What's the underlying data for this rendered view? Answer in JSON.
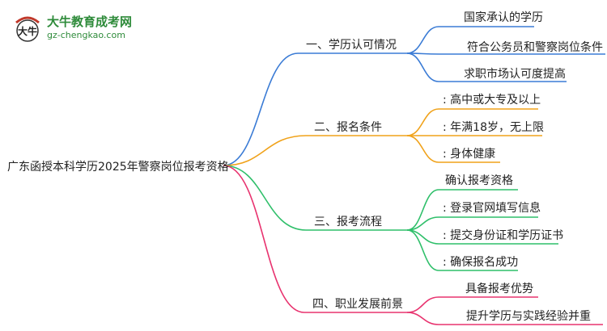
{
  "logo": {
    "glyph": "大牛",
    "title": "大牛教育成考网",
    "url": "gz-chengkao.com",
    "color": "#2e8b3a"
  },
  "root": {
    "label": "广东函授本科学历2025年警察岗位报考资格"
  },
  "branches": [
    {
      "label": "一、学历认可情况",
      "color": "#3a7bd5",
      "leaves": [
        "国家承认的学历",
        "符合公务员和警察岗位条件",
        "求职市场认可度提高"
      ]
    },
    {
      "label": "二、报名条件",
      "color": "#f0a21a",
      "leaves": [
        ": 高中或大专及以上",
        ": 年满18岁，无上限",
        ": 身体健康"
      ]
    },
    {
      "label": "三、报考流程",
      "color": "#2fbf6a",
      "leaves": [
        "确认报考资格",
        ": 登录官网填写信息",
        ": 提交身份证和学历证书",
        ": 确保报名成功"
      ]
    },
    {
      "label": "四、职业发展前景",
      "color": "#e8336f",
      "leaves": [
        "具备报考优势",
        "提升学历与实践经验并重"
      ]
    }
  ]
}
